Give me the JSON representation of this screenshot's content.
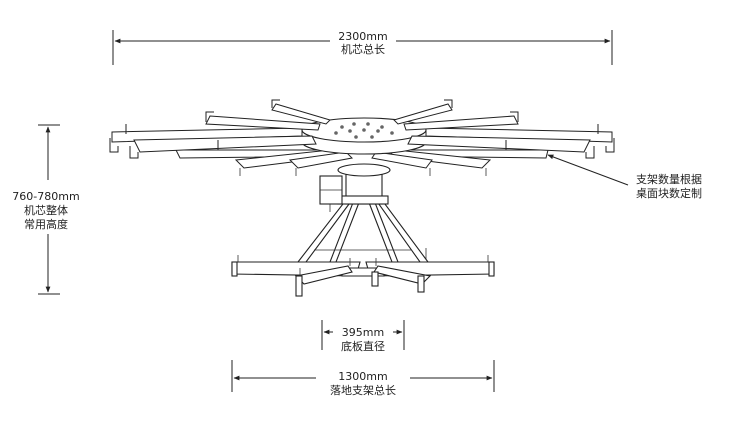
{
  "annotations": {
    "top_length_value": "2300mm",
    "top_length_label": "机芯总长",
    "height_value": "760-780mm",
    "height_label_1": "机芯整体",
    "height_label_2": "常用高度",
    "bracket_note_1": "支架数量根据",
    "bracket_note_2": "桌面块数定制",
    "base_plate_value": "395mm",
    "base_plate_label": "底板直径",
    "floor_length_value": "1300mm",
    "floor_length_label": "落地支架总长"
  },
  "colors": {
    "line": "#222222",
    "background": "#ffffff"
  }
}
